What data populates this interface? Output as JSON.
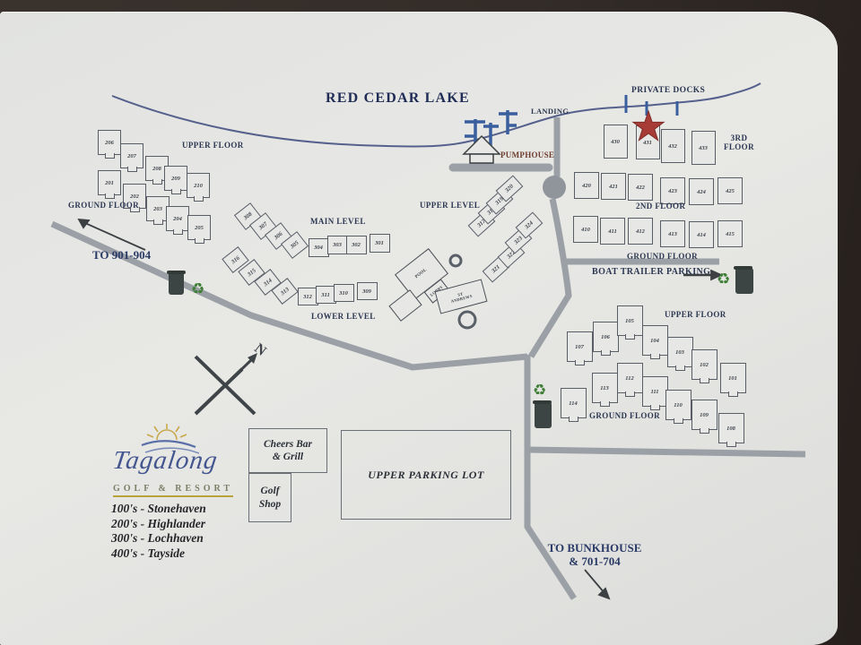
{
  "map": {
    "lake_title": "RED CEDAR LAKE",
    "private_docks": "PRIVATE DOCKS",
    "landing": "LANDING",
    "pumphouse": "PUMPHOUSE",
    "to_901": "TO 901-904",
    "boat_trailer_parking": "BOAT TRAILER PARKING",
    "to_bunkhouse": "TO BUNKHOUSE\n& 701-704",
    "upper_parking_lot": "UPPER PARKING LOT",
    "compass_north": "N",
    "pool": "POOL",
    "lobby": "LOBBY",
    "st_andrews": "ST\nANDREWS"
  },
  "floor_labels": {
    "highlander_upper": "UPPER FLOOR",
    "highlander_ground": "GROUND FLOOR",
    "lochhaven_main": "MAIN LEVEL",
    "lochhaven_lower": "LOWER LEVEL",
    "lochhaven_upper": "UPPER LEVEL",
    "tayside_3rd": "3RD\nFLOOR",
    "tayside_2nd": "2ND FLOOR",
    "tayside_ground": "GROUND FLOOR",
    "stonehaven_upper": "UPPER FLOOR",
    "stonehaven_ground": "GROUND FLOOR"
  },
  "clusters": {
    "highlander_upper": [
      "206",
      "207",
      "208",
      "209",
      "210"
    ],
    "highlander_lower": [
      "201",
      "202",
      "203",
      "204",
      "205"
    ],
    "lochhaven_main": [
      "308",
      "307",
      "306",
      "305",
      "304",
      "303",
      "302",
      "301"
    ],
    "lochhaven_lower": [
      "316",
      "315",
      "314",
      "313",
      "312",
      "311",
      "310",
      "309"
    ],
    "lochhaven_upper": [
      "317",
      "318",
      "319",
      "320",
      "321",
      "322",
      "323",
      "324"
    ],
    "tayside_3rd": [
      "430",
      "431",
      "432",
      "433"
    ],
    "tayside_2nd": [
      "420",
      "421",
      "422",
      "423",
      "424",
      "425"
    ],
    "tayside_ground": [
      "410",
      "411",
      "412",
      "413",
      "414",
      "415"
    ],
    "stonehaven_upper": [
      "107",
      "106",
      "105",
      "104",
      "103",
      "102",
      "101"
    ],
    "stonehaven_ground": [
      "114",
      "113",
      "112",
      "111",
      "110",
      "109",
      "108"
    ]
  },
  "amenities": {
    "cheers_bar": "Cheers Bar\n& Grill",
    "golf_shop": "Golf\nShop"
  },
  "logo": {
    "name": "Tagalong",
    "subtitle": "GOLF & RESORT"
  },
  "legend": [
    "100's -  Stonehaven",
    "200's - Highlander",
    "300's - Lochhaven",
    "400's - Tayside"
  ],
  "icons": {
    "recycle_glyph": "♻"
  },
  "colors": {
    "paper": "#e5e6e3",
    "background_table": "#332c28",
    "ink_navy": "#273354",
    "road_gray": "#9aa0a6",
    "dock_blue": "#3a5f9e",
    "star_red": "#a63c35",
    "recycle_green": "#3e7d35",
    "pumphouse_maroon": "#6d3b2c"
  }
}
